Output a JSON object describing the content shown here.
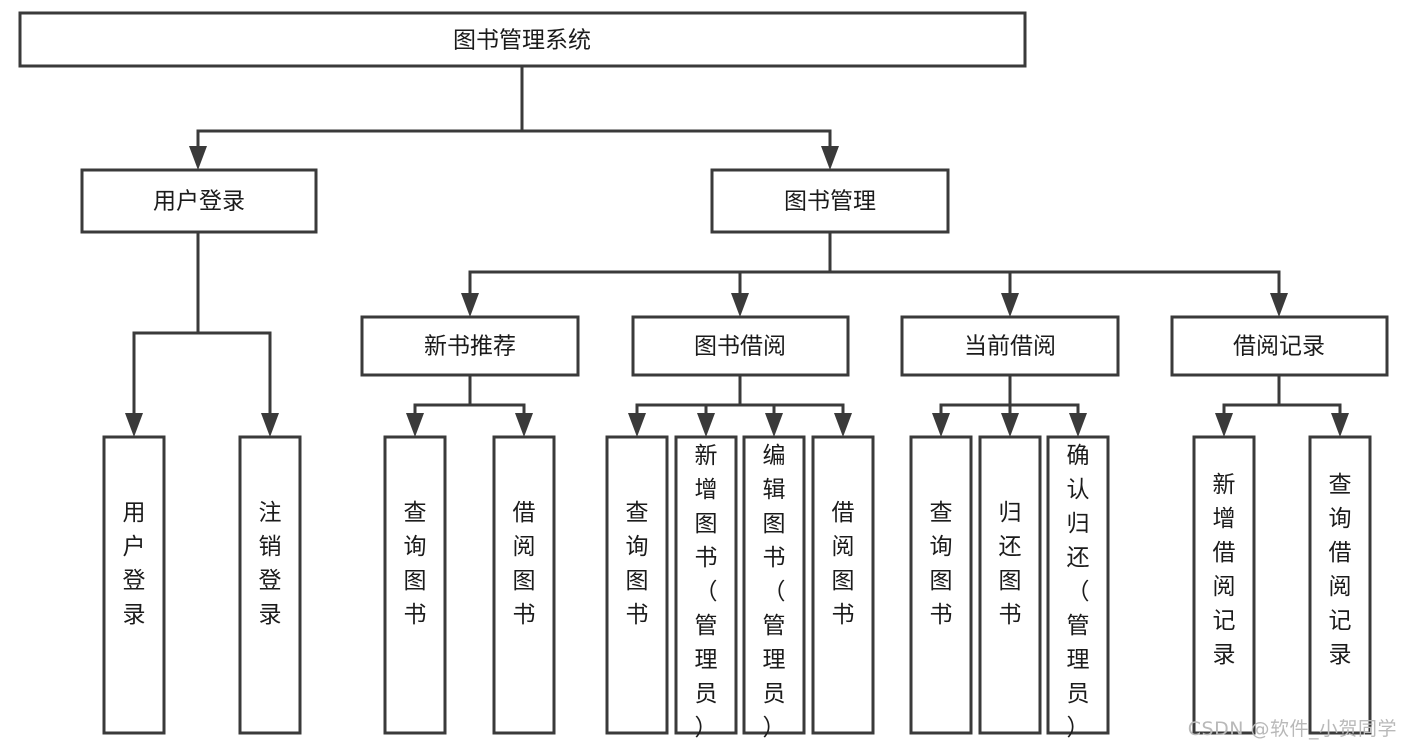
{
  "diagram": {
    "type": "tree",
    "title": "图书管理系统",
    "watermark": "CSDN @软件_小贺同学",
    "colors": {
      "stroke": "#3a3a3a",
      "fill": "#ffffff",
      "text": "#1b1b1b",
      "watermark": "#b9b9b9"
    },
    "root": {
      "label": "图书管理系统"
    },
    "level2": [
      {
        "label": "用户登录"
      },
      {
        "label": "图书管理"
      }
    ],
    "level3": [
      {
        "label": "新书推荐"
      },
      {
        "label": "图书借阅"
      },
      {
        "label": "当前借阅"
      },
      {
        "label": "借阅记录"
      }
    ],
    "leaves": {
      "user_login": [
        {
          "label": "用户登录"
        },
        {
          "label": "注销登录"
        }
      ],
      "new_book_recommend": [
        {
          "label": "查询图书"
        },
        {
          "label": "借阅图书"
        }
      ],
      "book_borrow": [
        {
          "label": "查询图书"
        },
        {
          "label": "新增图书（管理员）"
        },
        {
          "label": "编辑图书（管理员）"
        },
        {
          "label": "借阅图书"
        }
      ],
      "current_borrow": [
        {
          "label": "查询图书"
        },
        {
          "label": "归还图书"
        },
        {
          "label": "确认归还（管理员）"
        }
      ],
      "borrow_record": [
        {
          "label": "新增借阅记录"
        },
        {
          "label": "查询借阅记录"
        }
      ]
    }
  }
}
